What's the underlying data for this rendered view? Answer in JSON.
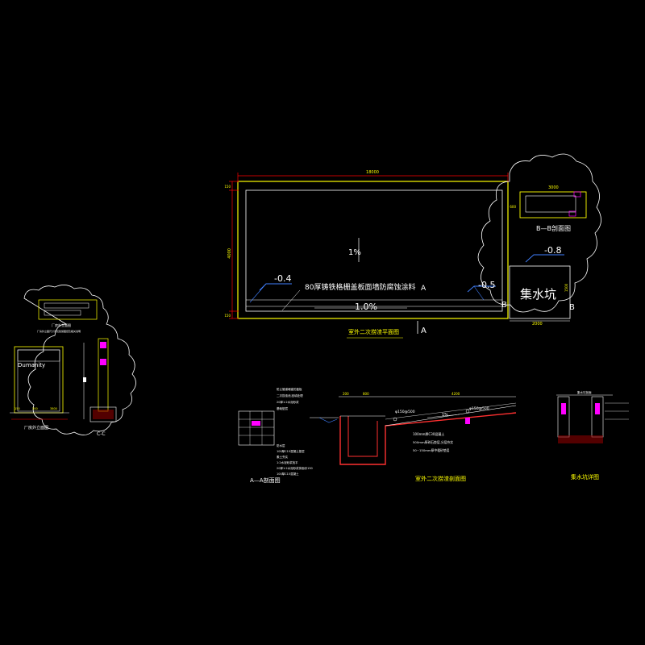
{
  "plan": {
    "top_dim": "18000",
    "left_dim_top": "150",
    "left_dim_mid": "4000",
    "left_dim_bot": "150",
    "slope_center": "1%",
    "slope_bottom": "1.0%",
    "level_left": "-0.4",
    "level_right": "-0.5",
    "level_pit": "-0.8",
    "grating_note": "80厚铸铁格栅盖板面墙防腐蚀涂料",
    "label_a_inner": "A",
    "label_b_left": "B",
    "label_b_right": "B",
    "label_a_bottom": "A",
    "pit_label": "集水坑",
    "pit_dim_right": "1500",
    "pit_dim_bottom": "2000",
    "caption": "室外二次捞渣平面图"
  },
  "bsection": {
    "dim_top": "3000",
    "dim_left": "600",
    "caption": "B—B剖面图"
  },
  "left_detail": {
    "top_caption": "厂房外立面图",
    "top_note": "厂房外立面尺寸详见建施图纸及相关说明",
    "door_text": "Dumanity",
    "bottom_caption": "厂房外立面图",
    "section_caption": "C-C",
    "dim_1": "150",
    "dim_2": "300",
    "dim_3": "3800"
  },
  "aa_section": {
    "notes": [
      "防止管道堵塞的盖板",
      "二次捞渣池,回填处理",
      "20厚1:2水泥砂浆",
      "基础垫层"
    ],
    "layers": [
      "防水层",
      "100厚C15混凝土垫层",
      "素土夯实",
      "1:2水泥砂浆找平",
      "20厚1:2水泥砂浆抹面@150",
      "100厚C15混凝土"
    ],
    "caption": "A—A剖面图"
  },
  "middle_section": {
    "dims": [
      "200",
      "800",
      "4200"
    ],
    "pipe_1": "φ150@500",
    "pipe_2": "φ150@500",
    "slope": "1%",
    "notes": [
      "100mm厚C30混凝土",
      "500mm厚碎石垫层,分层夯实",
      "50~150mm厚中粗砂垫层"
    ],
    "caption": "室外二次捞渣剖面图"
  },
  "pit_section": {
    "label_top": "集水坑剖面",
    "caption": "集水坑详图"
  }
}
